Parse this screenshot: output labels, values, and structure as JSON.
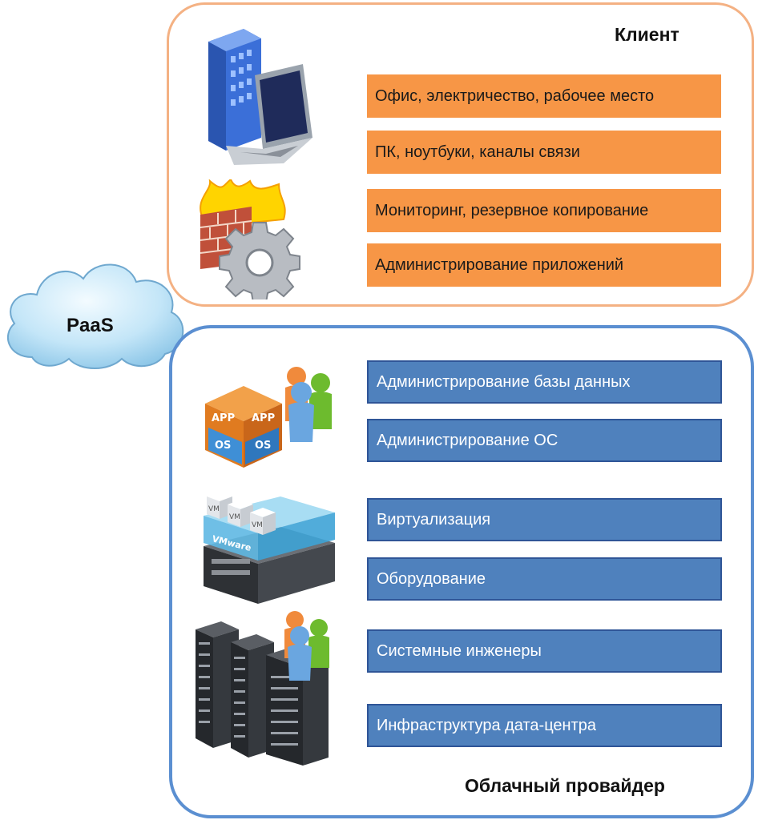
{
  "cloud": {
    "label": "PaaS"
  },
  "client": {
    "title": "Клиент",
    "items": [
      "Офис, электричество, рабочее место",
      "ПК, ноутбуки, каналы связи",
      "Мониторинг, резервное копирование",
      "Администрирование приложений"
    ]
  },
  "provider": {
    "title": "Облачный провайдер",
    "items": [
      "Администрирование базы данных",
      "Администрирование ОС",
      "Виртуализация",
      "Оборудование",
      "Системные инженеры",
      "Инфраструктура дата-центра"
    ]
  },
  "icons": {
    "app_os": {
      "app": "APP",
      "os": "OS"
    },
    "vm": {
      "vm": "VM",
      "brand": "VMware"
    }
  },
  "colors": {
    "client_border": "#f4b183",
    "client_bar": "#f79646",
    "provider_border": "#5b8fd1",
    "provider_bar": "#4f81bd",
    "cloud": "#bfe3f7"
  }
}
